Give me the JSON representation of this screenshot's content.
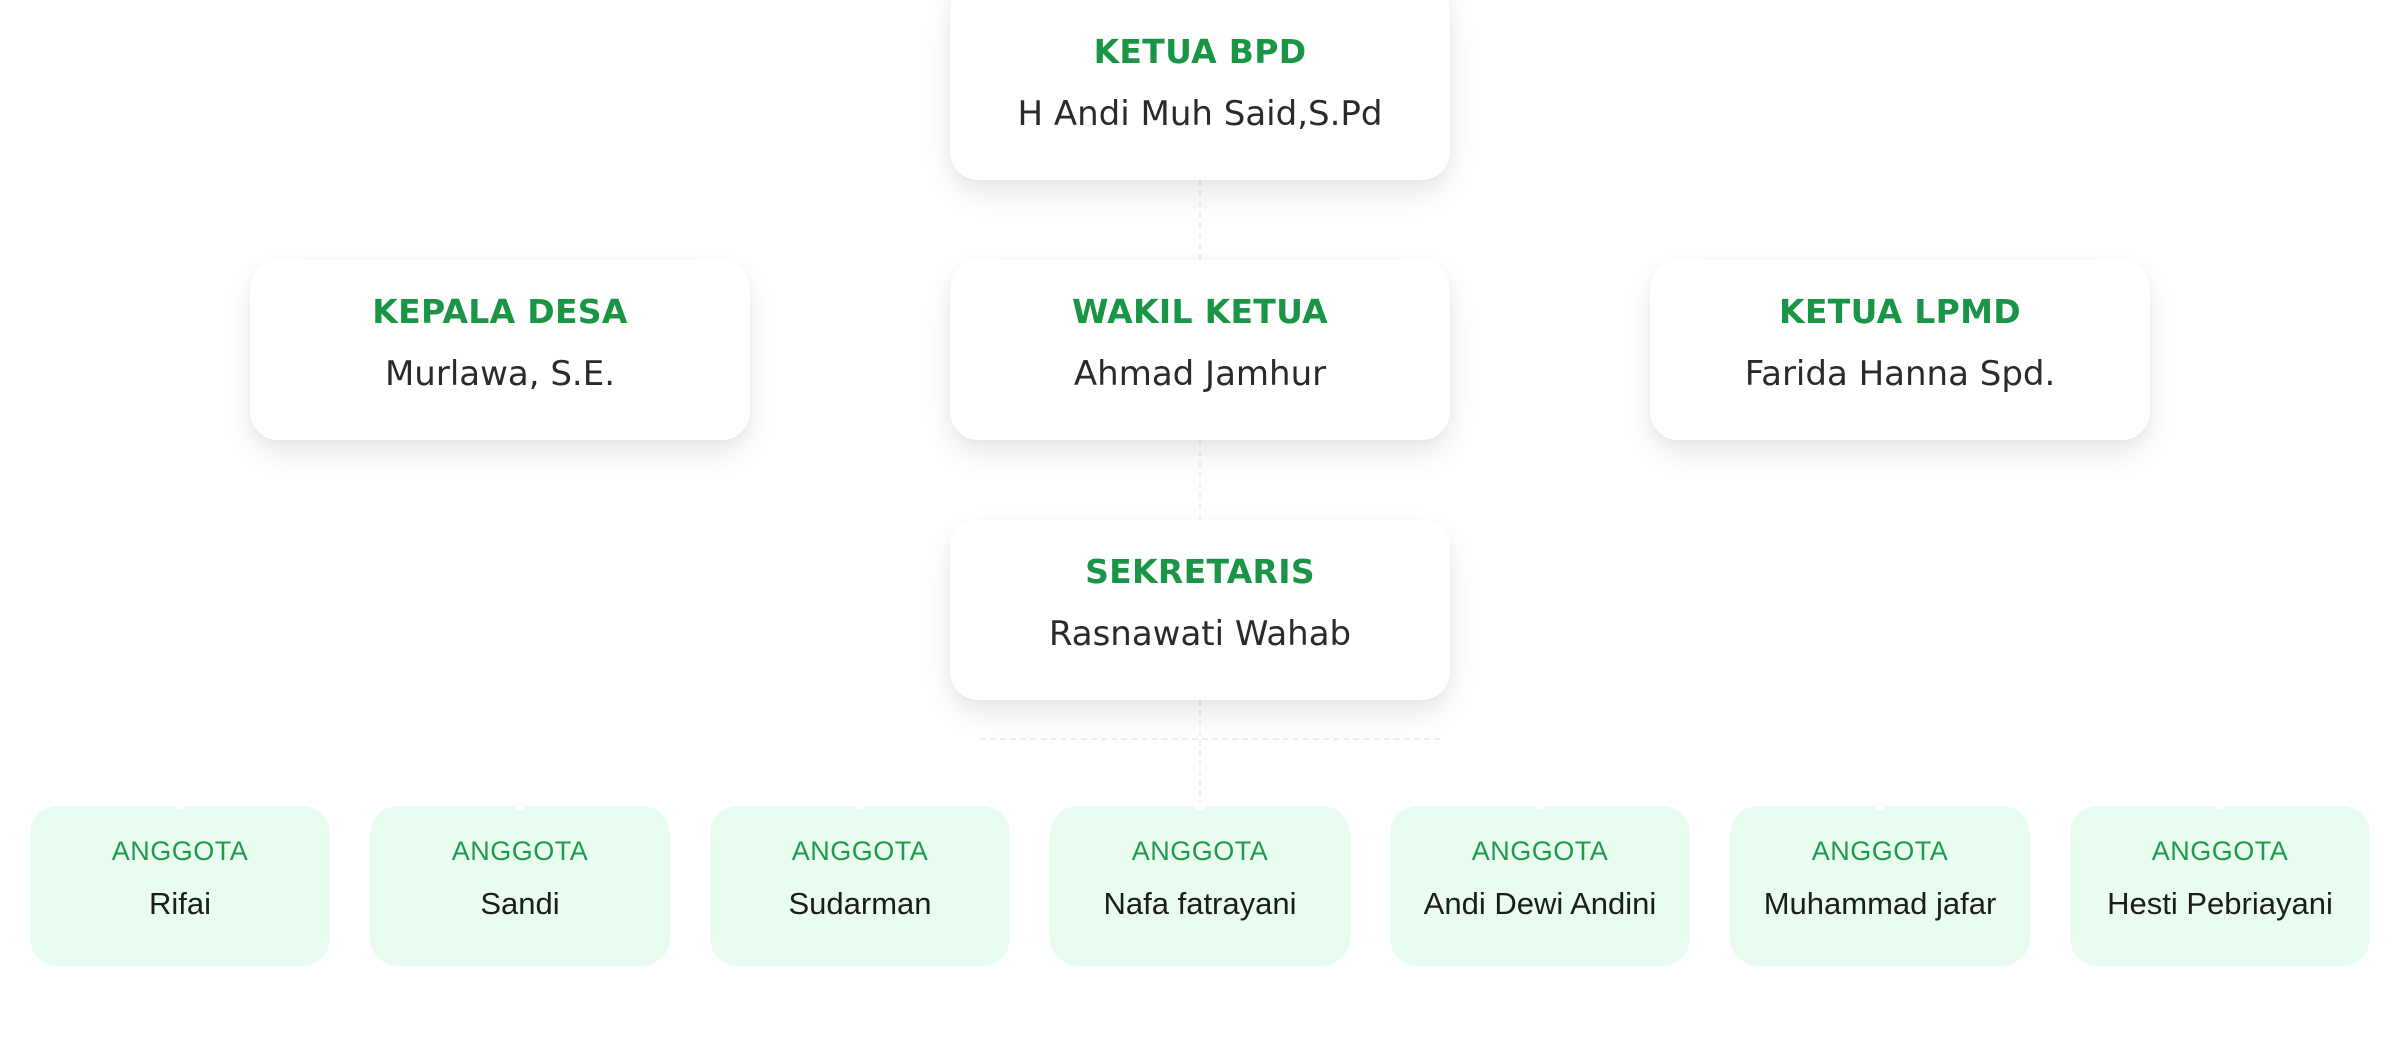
{
  "colors": {
    "accent": "#1a9445",
    "member_bg": "#e8fcef",
    "card_bg": "#ffffff",
    "text": "#2a2a2a"
  },
  "ketua_bpd": {
    "role": "KETUA BPD",
    "name": "H Andi Muh Said,S.Pd"
  },
  "kepala_desa": {
    "role": "KEPALA DESA",
    "name": "Murlawa, S.E."
  },
  "wakil_ketua": {
    "role": "WAKIL KETUA",
    "name": "Ahmad Jamhur"
  },
  "ketua_lpmd": {
    "role": "KETUA LPMD",
    "name": "Farida Hanna Spd."
  },
  "sekretaris": {
    "role": "SEKRETARIS",
    "name": "Rasnawati Wahab"
  },
  "members": [
    {
      "role": "ANGGOTA",
      "name": "Rifai"
    },
    {
      "role": "ANGGOTA",
      "name": "Sandi"
    },
    {
      "role": "ANGGOTA",
      "name": "Sudarman"
    },
    {
      "role": "ANGGOTA",
      "name": "Nafa fatrayani"
    },
    {
      "role": "ANGGOTA",
      "name": "Andi Dewi Andini"
    },
    {
      "role": "ANGGOTA",
      "name": "Muhammad jafar"
    },
    {
      "role": "ANGGOTA",
      "name": "Hesti Pebriayani"
    }
  ]
}
